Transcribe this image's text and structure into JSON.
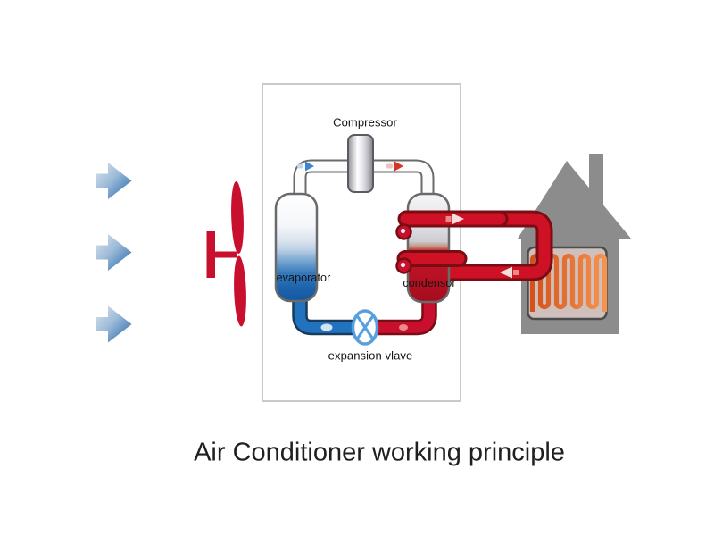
{
  "title": "Air Conditioner working principle",
  "diagram_labels": {
    "compressor": "Compressor",
    "evaporator": "evaporator",
    "condenser": "condensor",
    "expansion_valve": "expansion vlave"
  },
  "icons": {
    "airflow": "airflow-arrow-icon",
    "fan": "fan-icon",
    "compressor_unit": "compressor-cylinder-icon",
    "evaporator_tank": "evaporator-tank-icon",
    "condenser_unit": "condenser-coil-icon",
    "expansion_valve_symbol": "expansion-valve-icon",
    "house": "house-icon",
    "heating_coil": "heating-coil-icon"
  },
  "colors": {
    "title_color": "#1f1f1f",
    "pipe_red": "#c8102e",
    "pipe_red_border": "#7a0c14",
    "pipe_blue": "#2273bf",
    "pipe_blue_border": "#1a3a5c",
    "pipe_gray_border": "#6a6a6a",
    "flow_arrow_blue": "#3c85cf",
    "flow_arrow_red": "#d73427",
    "valve_blue": "#57a0dd",
    "fan_red": "#c8102e",
    "house_gray": "#8c8c8c",
    "panel_pink": "#cfc0bb",
    "coil_orange": "#ed6b21"
  }
}
